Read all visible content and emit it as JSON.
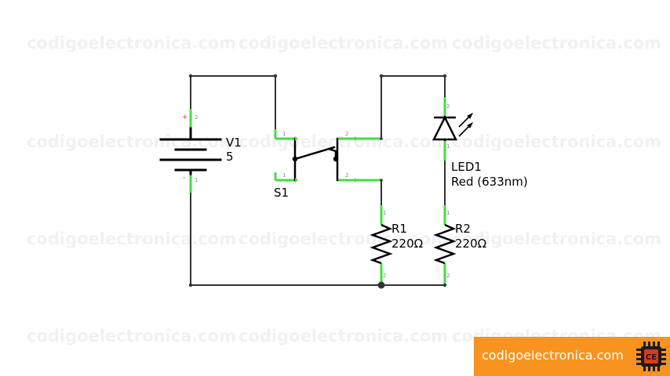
{
  "watermark": {
    "text": "codigoelectronica.com"
  },
  "battery": {
    "name": "V1",
    "value": "5",
    "plus_sign": "+",
    "minus_sign": "-",
    "pin_plus": "2",
    "pin_minus": "1"
  },
  "switch": {
    "name": "S1",
    "pin_a": "1",
    "pin_b": "1",
    "pin_c": "2",
    "pin_d": "2"
  },
  "led": {
    "name": "LED1",
    "value": "Red (633nm)",
    "pin_top": "2",
    "pin_bottom": "1"
  },
  "r1": {
    "name": "R1",
    "value": "220Ω",
    "pin_top": "1",
    "pin_bottom": "2"
  },
  "r2": {
    "name": "R2",
    "value": "220Ω",
    "pin_top": "1",
    "pin_bottom": "2"
  },
  "brand": {
    "text": "codigoelectronica.com",
    "logo_text": "CE"
  },
  "colors": {
    "wire": "#333333",
    "pin": "#44dd44",
    "brand_bg": "#f7931e",
    "plus": "#e03030",
    "logo_dark": "#1b1b1b",
    "logo_red": "#d83a1f"
  }
}
